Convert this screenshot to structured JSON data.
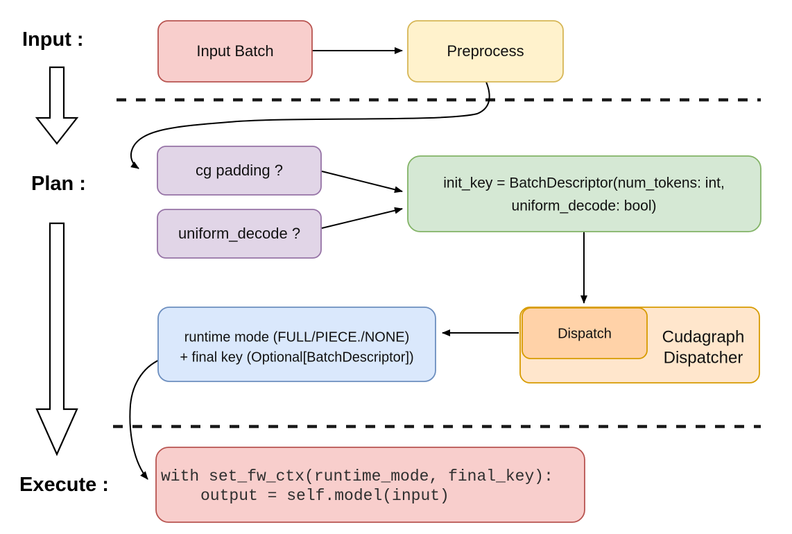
{
  "diagram": {
    "stage_labels": {
      "input": "Input :",
      "plan": "Plan :",
      "execute": "Execute :"
    },
    "colors": {
      "connector": "#000000",
      "dashed_separator": "#1a1a1a",
      "stage_arrow_fill": "#ffffff",
      "box_text": "#111111",
      "code_text": "#2f2f2f"
    },
    "nodes": {
      "input_batch": {
        "label": "Input Batch",
        "fill": "#f8cecc",
        "stroke": "#b85450"
      },
      "preprocess": {
        "label": "Preprocess",
        "fill": "#fff2cc",
        "stroke": "#d6b656"
      },
      "cg_padding": {
        "label": "cg padding ?",
        "fill": "#e1d5e7",
        "stroke": "#9673a6"
      },
      "uniform_decode": {
        "label": "uniform_decode ?",
        "fill": "#e1d5e7",
        "stroke": "#9673a6"
      },
      "init_key": {
        "line1": "init_key = BatchDescriptor(num_tokens: int,",
        "line2": "uniform_decode: bool)",
        "fill": "#d5e8d4",
        "stroke": "#82b366"
      },
      "runtime_mode": {
        "line1": "runtime mode (FULL/PIECE./NONE)",
        "line2": "+ final key (Optional[BatchDescriptor])",
        "fill": "#dae8fc",
        "stroke": "#6c8ebf"
      },
      "dispatch": {
        "label": "Dispatch",
        "fill": "#ffd2a8",
        "stroke": "#d79b00"
      },
      "cudagraph_dispatcher": {
        "line1": "Cudagraph",
        "line2": "Dispatcher",
        "fill": "#ffe6cc",
        "stroke": "#d79b00"
      },
      "execute_code": {
        "line1": "with set_fw_ctx(runtime_mode, final_key):",
        "line2": "output = self.model(input)",
        "fill": "#f8cecc",
        "stroke": "#b85450"
      }
    }
  }
}
